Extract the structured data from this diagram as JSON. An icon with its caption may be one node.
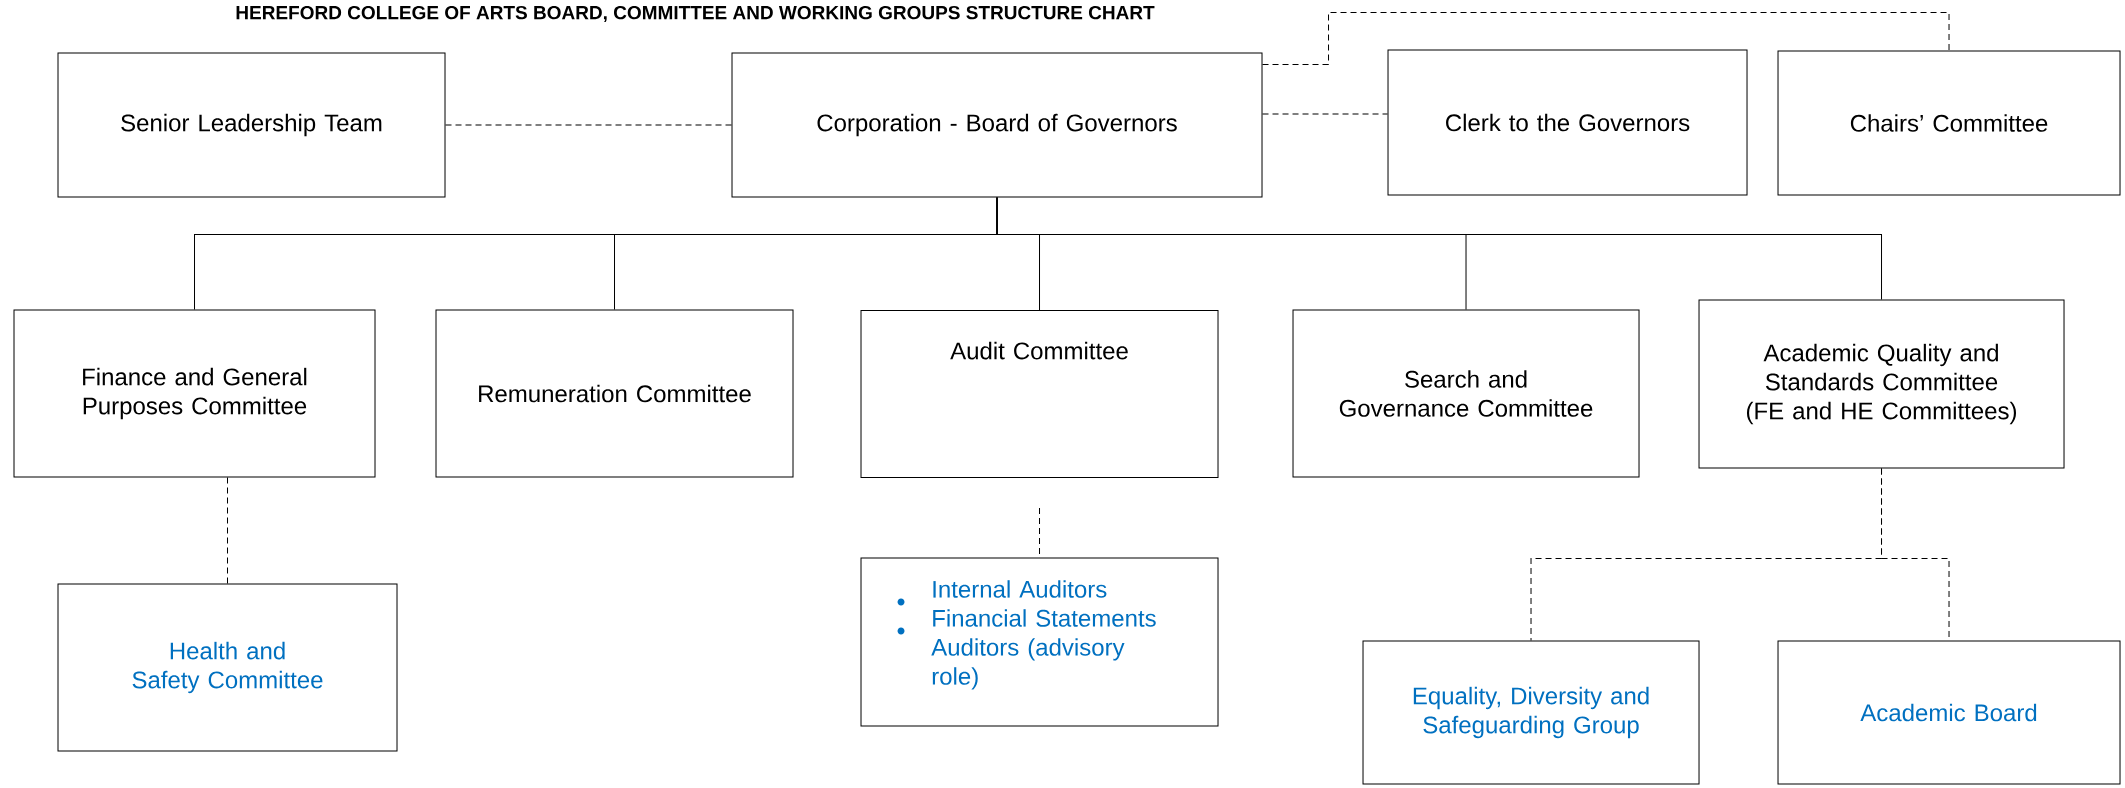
{
  "diagram": {
    "title": "HEREFORD COLLEGE OF ARTS BOARD, COMMITTEE AND WORKING GROUPS STRUCTURE CHART",
    "nodes": [
      {
        "text": [
          "Senior Leadership Team"
        ]
      },
      {
        "text": [
          "Corporation - Board of Governors"
        ]
      },
      {
        "text": [
          "Clerk to the Governors"
        ]
      },
      {
        "text": [
          "Chairs’ Committee"
        ]
      },
      {
        "text": [
          "Finance and General Purposes Committee"
        ]
      },
      {
        "text": [
          "Remuneration Committee"
        ]
      },
      {
        "text": [
          "Audit Committee"
        ]
      },
      {
        "text": [
          "Search and Governance Committee"
        ]
      },
      {
        "text": [
          "Academic Quality and Standards Committee (FE and HE Committees)"
        ]
      },
      {
        "text": [
          "Health and Safety Committee"
        ]
      },
      {
        "text": [
          "Internal Auditors",
          "Financial Statements Auditors (advisory role)"
        ]
      },
      {
        "text": [
          "Equality, Diversity and Safeguarding Group"
        ]
      },
      {
        "text": [
          "Academic Board"
        ]
      }
    ],
    "edges": [
      {
        "from": 0,
        "to": 1,
        "arrow": "none",
        "style": "dashed"
      },
      {
        "from": 1,
        "to": 2,
        "arrow": "none",
        "style": "dashed"
      },
      {
        "from": 1,
        "to": 3,
        "arrow": "none",
        "style": "dashed"
      },
      {
        "from": 1,
        "to": 4,
        "arrow": "none"
      },
      {
        "from": 1,
        "to": 5,
        "arrow": "none"
      },
      {
        "from": 1,
        "to": 6,
        "arrow": "none"
      },
      {
        "from": 1,
        "to": 7,
        "arrow": "none"
      },
      {
        "from": 1,
        "to": 8,
        "arrow": "none"
      },
      {
        "from": 4,
        "to": 9,
        "arrow": "none",
        "style": "dashed"
      },
      {
        "from": 6,
        "to": 10,
        "arrow": "none",
        "style": "dashed"
      },
      {
        "from": 8,
        "to": 11,
        "arrow": "none",
        "style": "dashed"
      },
      {
        "from": 8,
        "to": 12,
        "arrow": "none",
        "style": "dashed"
      }
    ]
  }
}
